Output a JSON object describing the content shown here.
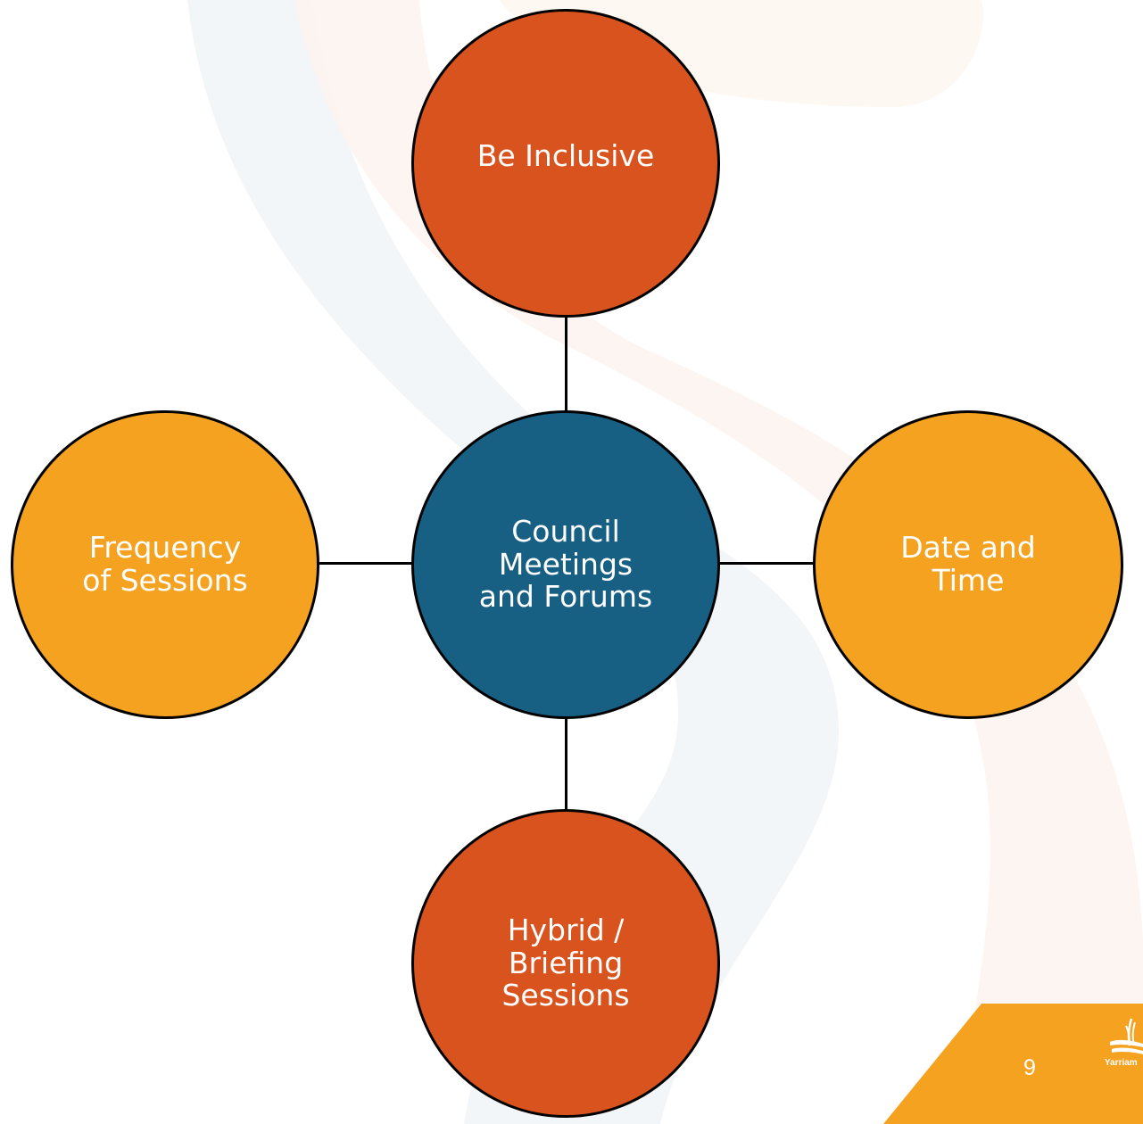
{
  "diagram": {
    "center": {
      "label": "Council\nMeetings\nand Forums"
    },
    "top": {
      "label": "Be Inclusive"
    },
    "left": {
      "label": "Frequency\nof Sessions"
    },
    "right": {
      "label": "Date and\nTime"
    },
    "bottom": {
      "label": "Hybrid /\nBriefing\nSessions"
    }
  },
  "footer": {
    "page_number": "9",
    "logo_icon": "yarriambiack-shire-logo",
    "logo_text": "Yarriam"
  },
  "colors": {
    "dark_orange": "#d9531f",
    "light_orange": "#f4a21f",
    "teal": "#176084"
  }
}
